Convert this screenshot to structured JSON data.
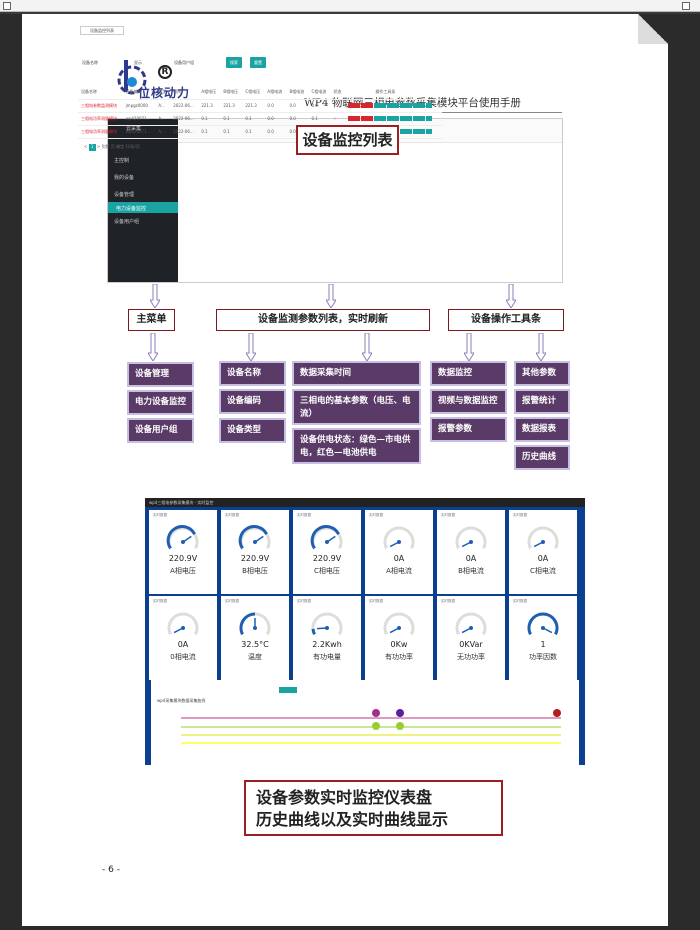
{
  "header": {
    "logo_text": "位核动力",
    "registered_mark": "R",
    "manual_title": "WP4 物联网三相电参数采集模块平台使用手册"
  },
  "shot1": {
    "sidebar": {
      "header": "云采集",
      "home": "主控制",
      "group": "我的设备",
      "items": [
        "设备管理",
        "电力设备监控",
        "设备用户组"
      ]
    },
    "tab_label": "设备监控列表",
    "filter": {
      "label1": "设备名称",
      "label2": "显示",
      "select": "设备用户组",
      "search_btn": "搜索",
      "reset_btn": "重置"
    },
    "table_headers": [
      "设备名称",
      "设备编码",
      "类型",
      "时间",
      "A相电压",
      "B相电压",
      "C相电压",
      "A相电流",
      "B相电流",
      "C相电流",
      "状态",
      "操作工具条"
    ],
    "rows": [
      [
        "三相电参数监测模块",
        "jmpgz0000",
        "A...",
        "2022-06...",
        "221.3",
        "221.3",
        "221.3",
        "0.0",
        "0.0",
        "0.0"
      ],
      [
        "三相电功率测量模块",
        "wp420071...",
        "A...",
        "2022-06...",
        "0.1",
        "0.1",
        "0.1",
        "0.0",
        "0.0",
        "0.1"
      ],
      [
        "三相电功率测量模块",
        "wp420071...",
        "A...",
        "2022-06...",
        "0.1",
        "0.1",
        "0.1",
        "0.0",
        "0.0",
        "0.0"
      ]
    ],
    "pager": {
      "prev": "<",
      "current": "1",
      "next": ">",
      "goto": "到第",
      "page": "页",
      "confirm": "确定",
      "per_page": "10条/页"
    }
  },
  "callouts": {
    "list_title": "设备监控列表",
    "main_menu": "主菜单",
    "param_list": "设备监测参数列表，实时刷新",
    "toolbar": "设备操作工具条",
    "menu_items": [
      "设备管理",
      "电力设备监控",
      "设备用户组"
    ],
    "param_items": [
      "设备名称",
      "设备编码",
      "设备类型"
    ],
    "time_item": "数据采集时间",
    "basic_params": "三相电的基本参数（电压、电流）",
    "power_state": "设备供电状态：绿色—市电供电，红色—电池供电",
    "tool_col1": [
      "数据监控",
      "视频与数据监控",
      "报警参数"
    ],
    "tool_col2": [
      "其他参数",
      "报警统计",
      "数据报表",
      "历史曲线"
    ]
  },
  "shot2": {
    "title": "wp4三相电参数采集模块 - 实时监控",
    "gauges": [
      {
        "value": "220.9V",
        "label": "A相电压",
        "level": 0.74
      },
      {
        "value": "220.9V",
        "label": "B相电压",
        "level": 0.74
      },
      {
        "value": "220.9V",
        "label": "C相电压",
        "level": 0.74
      },
      {
        "value": "0A",
        "label": "A相电流",
        "level": 0.0
      },
      {
        "value": "0A",
        "label": "B相电流",
        "level": 0.0
      },
      {
        "value": "0A",
        "label": "C相电流",
        "level": 0.0
      },
      {
        "value": "0A",
        "label": "0相电流",
        "level": 0.0
      },
      {
        "value": "32.5°C",
        "label": "温度",
        "level": 0.5
      },
      {
        "value": "2.2Kwh",
        "label": "有功电量",
        "level": 0.1
      },
      {
        "value": "0Kw",
        "label": "有功功率",
        "level": 0.0
      },
      {
        "value": "0KVar",
        "label": "无功功率",
        "level": 0.0
      },
      {
        "value": "1",
        "label": "功率因数",
        "level": 1.0
      }
    ],
    "gauge_caption": "实时数据",
    "chart_title": "wp4采集模块数据采集曲线"
  },
  "caption2": {
    "line1": "设备参数实时监控仪表盘",
    "line2": "历史曲线以及实时曲线显示"
  },
  "footer": {
    "page_number": "- 6 -"
  },
  "colors": {
    "purple": "#5a3a66",
    "teal": "#1aa3a3",
    "red": "#d8262c",
    "blue": "#0b3f8f"
  }
}
